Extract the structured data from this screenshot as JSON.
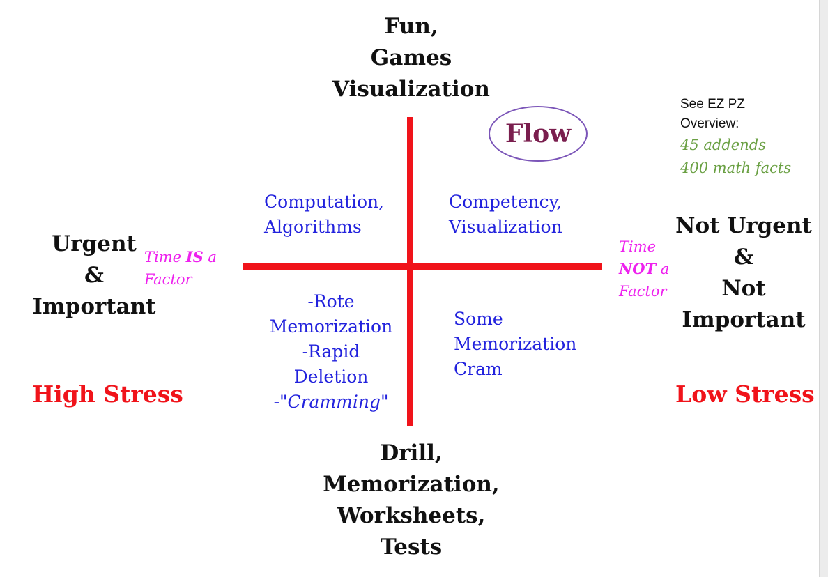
{
  "top_pole": [
    "Fun,",
    "Games",
    "Visualization"
  ],
  "bottom_pole": [
    "Drill,",
    "Memorization,",
    "Worksheets,",
    "Tests"
  ],
  "left_pole": [
    "Urgent",
    "&",
    "Important"
  ],
  "right_pole": [
    "Not Urgent",
    "&",
    "Not",
    "Important"
  ],
  "left_time_note": {
    "prefix": "Time ",
    "emphasis": "IS",
    "suffix": " a",
    "line2": "Factor"
  },
  "right_time_note": {
    "line1": "Time",
    "emphasis": "NOT",
    "suffix": " a",
    "line3": "Factor"
  },
  "left_stress": "High Stress",
  "right_stress": "Low Stress",
  "flow_label": "Flow",
  "quadrants": {
    "top_left": [
      "Computation,",
      "Algorithms"
    ],
    "top_right": [
      "Competency,",
      "Visualization"
    ],
    "bottom_left": [
      "-Rote",
      "Memorization",
      "-Rapid",
      "Deletion",
      "-\"Cramming\""
    ],
    "bottom_right": [
      "Some",
      "Memorization",
      "Cram"
    ]
  },
  "overview": [
    "See EZ PZ",
    "Overview:",
    "45 addends",
    "400 math facts"
  ],
  "colors": {
    "axis": "#f0131a",
    "stress": "#f0131a",
    "quadrant_text": "#2222dd",
    "time_note": "#ee22ee",
    "flow_text": "#7a1e4e",
    "flow_ellipse": "#7b55b8",
    "overview_facts": "#6aa043"
  }
}
